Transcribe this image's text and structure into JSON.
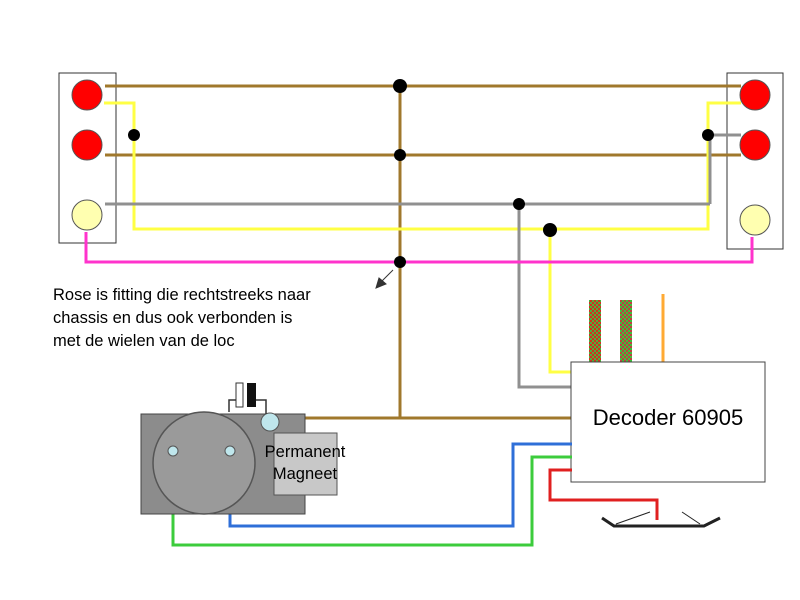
{
  "annotation": {
    "lines": [
      "Rose is fitting die rechtstreeks naar",
      "chassis en dus ook verbonden is",
      "met de wielen van de loc"
    ]
  },
  "motor": {
    "magnet_label_lines": [
      "Permanent",
      "Magneet"
    ]
  },
  "decoder": {
    "label": "Decoder 60905"
  },
  "colors": {
    "brown_wire": "#a0782c",
    "yellow_wire": "#ffff44",
    "gray_wire": "#909090",
    "pink_wire": "#ff33cc",
    "blue_wire": "#2f6fd8",
    "green_wire": "#3ccc3c",
    "red_wire": "#e02020",
    "orange_wire": "#ffaa33",
    "lamp_red": "#ff0000",
    "lamp_pale": "#ffffb0",
    "motor_body": "#8c8c8c",
    "magnet_box": "#c8c8c8"
  }
}
